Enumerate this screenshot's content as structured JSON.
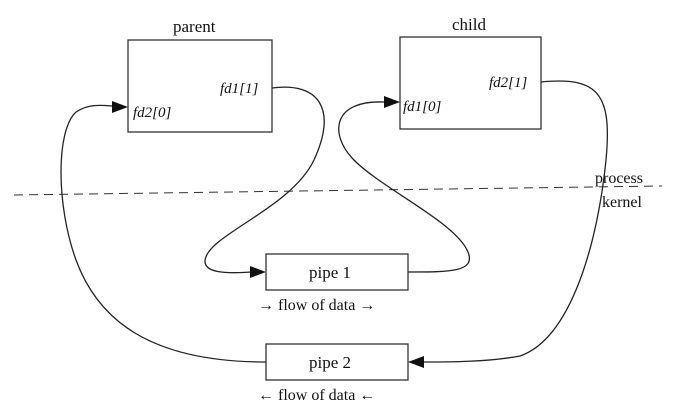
{
  "parent": {
    "title": "parent",
    "fd_read": "fd2[0]",
    "fd_write": "fd1[1]"
  },
  "child": {
    "title": "child",
    "fd_read": "fd1[0]",
    "fd_write": "fd2[1]"
  },
  "boundary": {
    "upper": "process",
    "lower": "kernel"
  },
  "pipe1": {
    "label": "pipe 1",
    "flow": "→ flow of data →"
  },
  "pipe2": {
    "label": "pipe 2",
    "flow": "← flow of data ←"
  }
}
